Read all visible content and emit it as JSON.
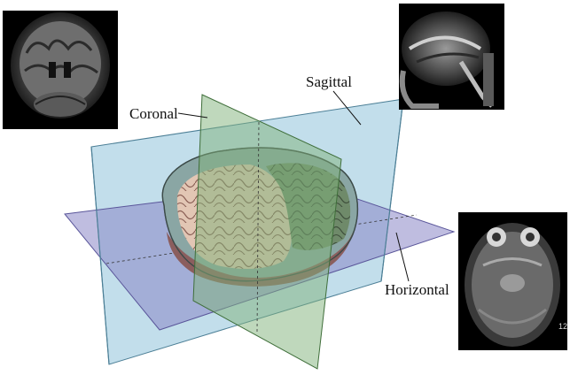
{
  "planes": {
    "coronal": "Coronal",
    "sagittal": "Sagittal",
    "horizontal": "Horizontal"
  },
  "mri_panels": {
    "axial_slice_number": "12"
  },
  "colors": {
    "sagittal_plane": "#8fc3da",
    "coronal_plane": "#7fb27a",
    "horizontal_plane": "#8a86c6",
    "frontal_lobe": "#e2c6b4",
    "temporal_lobe": "#8b5e5e",
    "parietal_lobe": "#6f8a6a",
    "occipital_lobe": "#8aa6a4"
  }
}
